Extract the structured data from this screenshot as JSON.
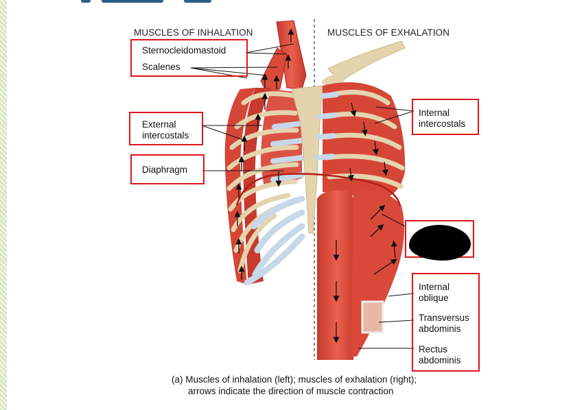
{
  "headers": {
    "inhalation": "MUSCLES OF INHALATION",
    "exhalation": "MUSCLES OF EXHALATION"
  },
  "labels": {
    "sternocleidomastoid": "Sternocleidomastoid",
    "scalenes": "Scalenes",
    "external_intercostals_1": "External",
    "external_intercostals_2": "intercostals",
    "diaphragm": "Diaphragm",
    "internal_intercostals_1": "Internal",
    "internal_intercostals_2": "intercostals",
    "internal_oblique_1": "Internal",
    "internal_oblique_2": "oblique",
    "transversus_1": "Transversus",
    "transversus_2": "abdominis",
    "rectus_1": "Rectus",
    "rectus_2": "abdominis"
  },
  "caption": {
    "line1": "(a) Muscles of inhalation (left); muscles of exhalation (right);",
    "line2": "arrows indicate the direction of muscle contraction"
  },
  "colors": {
    "highlight_box": "#e0141b",
    "muscle": "#d9493a",
    "bone": "#e4d4ad",
    "cartilage": "#c7d8e8"
  }
}
